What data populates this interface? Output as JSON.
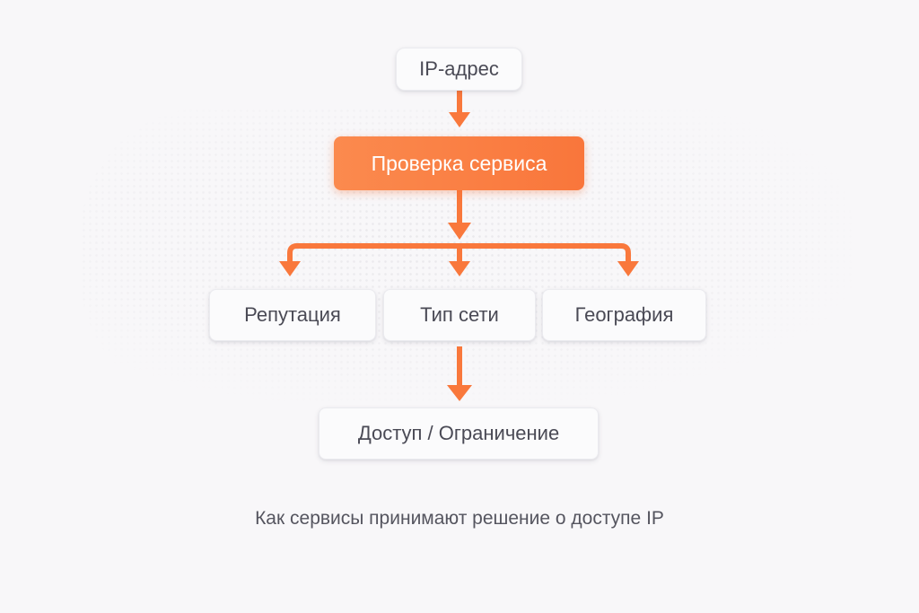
{
  "nodes": {
    "ip_address": "IP-адрес",
    "service_check": "Проверка сервиса",
    "reputation": "Репутация",
    "network_type": "Тип сети",
    "geography": "География",
    "access_restriction": "Доступ / Ограничение"
  },
  "caption": "Как сервисы принимают решение о доступе IP",
  "colors": {
    "accent": "#f9783c",
    "node_text": "#4a4a55",
    "background": "#f8f7f9"
  }
}
